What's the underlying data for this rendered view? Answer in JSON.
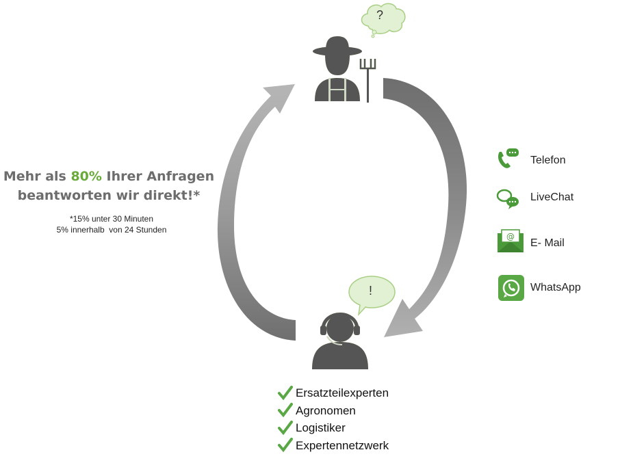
{
  "headline": {
    "prefix": "Mehr als ",
    "highlight": "80%",
    "suffix": " Ihrer Anfragen",
    "line2": "beantworten wir direkt!*"
  },
  "footnotes": [
    "*15% unter 30 Minuten",
    "5% innerhalb  von 24 Stunden"
  ],
  "bubbles": {
    "farmer": "?",
    "agent": "!"
  },
  "contact_channels": [
    {
      "label": "Telefon",
      "icon": "phone-chat-icon"
    },
    {
      "label": "LiveChat",
      "icon": "chat-bubbles-icon"
    },
    {
      "label": "E- Mail",
      "icon": "envelope-at-icon"
    },
    {
      "label": "WhatsApp",
      "icon": "whatsapp-icon"
    }
  ],
  "qualifications": [
    "Ersatzteilexperten",
    "Agronomen",
    "Logistiker",
    "Expertennetzwerk"
  ],
  "colors": {
    "accent": "#6aaa3a",
    "arrow_left": "#a6a6a6",
    "arrow_right": "#7f7f7f",
    "figure": "#5a5a5a"
  }
}
